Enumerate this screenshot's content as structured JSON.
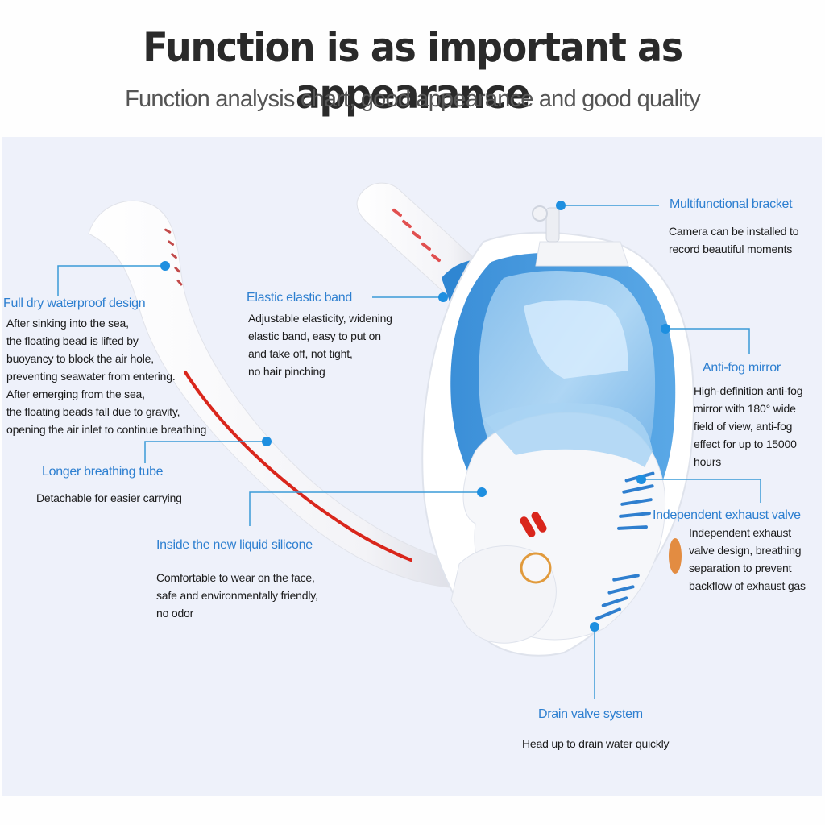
{
  "header": {
    "title": "Function is as important as appearance",
    "subtitle": "Function analysis chart, good appearance and good quality"
  },
  "colors": {
    "accent_blue": "#2d7fd0",
    "leader_line": "#3a9bd8",
    "tube_red": "#d9261c",
    "panel_bg": "#eef1fa",
    "text_dark": "#1b1b1b"
  },
  "callouts": {
    "full_dry": {
      "title": "Full dry waterproof design",
      "lines": [
        "After sinking into the sea,",
        "the floating bead is lifted by",
        "buoyancy to block the air hole,",
        "preventing seawater from entering.",
        "After emerging from the sea,",
        "the floating beads fall due to gravity,",
        "opening the air inlet to continue breathing"
      ]
    },
    "elastic_band": {
      "title": "Elastic elastic band",
      "lines": [
        "Adjustable elasticity, widening",
        "elastic band, easy to put on",
        " and take off, not tight,",
        "no hair pinching"
      ]
    },
    "bracket": {
      "title": "Multifunctional bracket",
      "lines": [
        "Camera can be installed to",
        "record beautiful moments"
      ]
    },
    "anti_fog": {
      "title": "Anti-fog mirror",
      "lines": [
        "High-definition anti-fog",
        "mirror with 180°  wide",
        "field of view, anti-fog",
        "effect for up to 15000",
        "hours"
      ]
    },
    "breathing_tube": {
      "title": "Longer breathing tube",
      "lines": [
        "Detachable for easier carrying"
      ]
    },
    "exhaust_valve": {
      "title": "Independent exhaust valve",
      "lines": [
        "Independent exhaust",
        "valve design, breathing",
        "separation to prevent",
        "backflow of exhaust gas"
      ]
    },
    "silicone": {
      "title": "Inside the new liquid silicone",
      "lines": [
        "Comfortable to wear on the face,",
        "safe and environmentally friendly,",
        "no odor"
      ]
    },
    "drain_valve": {
      "title": "Drain valve system",
      "lines": [
        "Head up to drain water quickly"
      ]
    }
  }
}
